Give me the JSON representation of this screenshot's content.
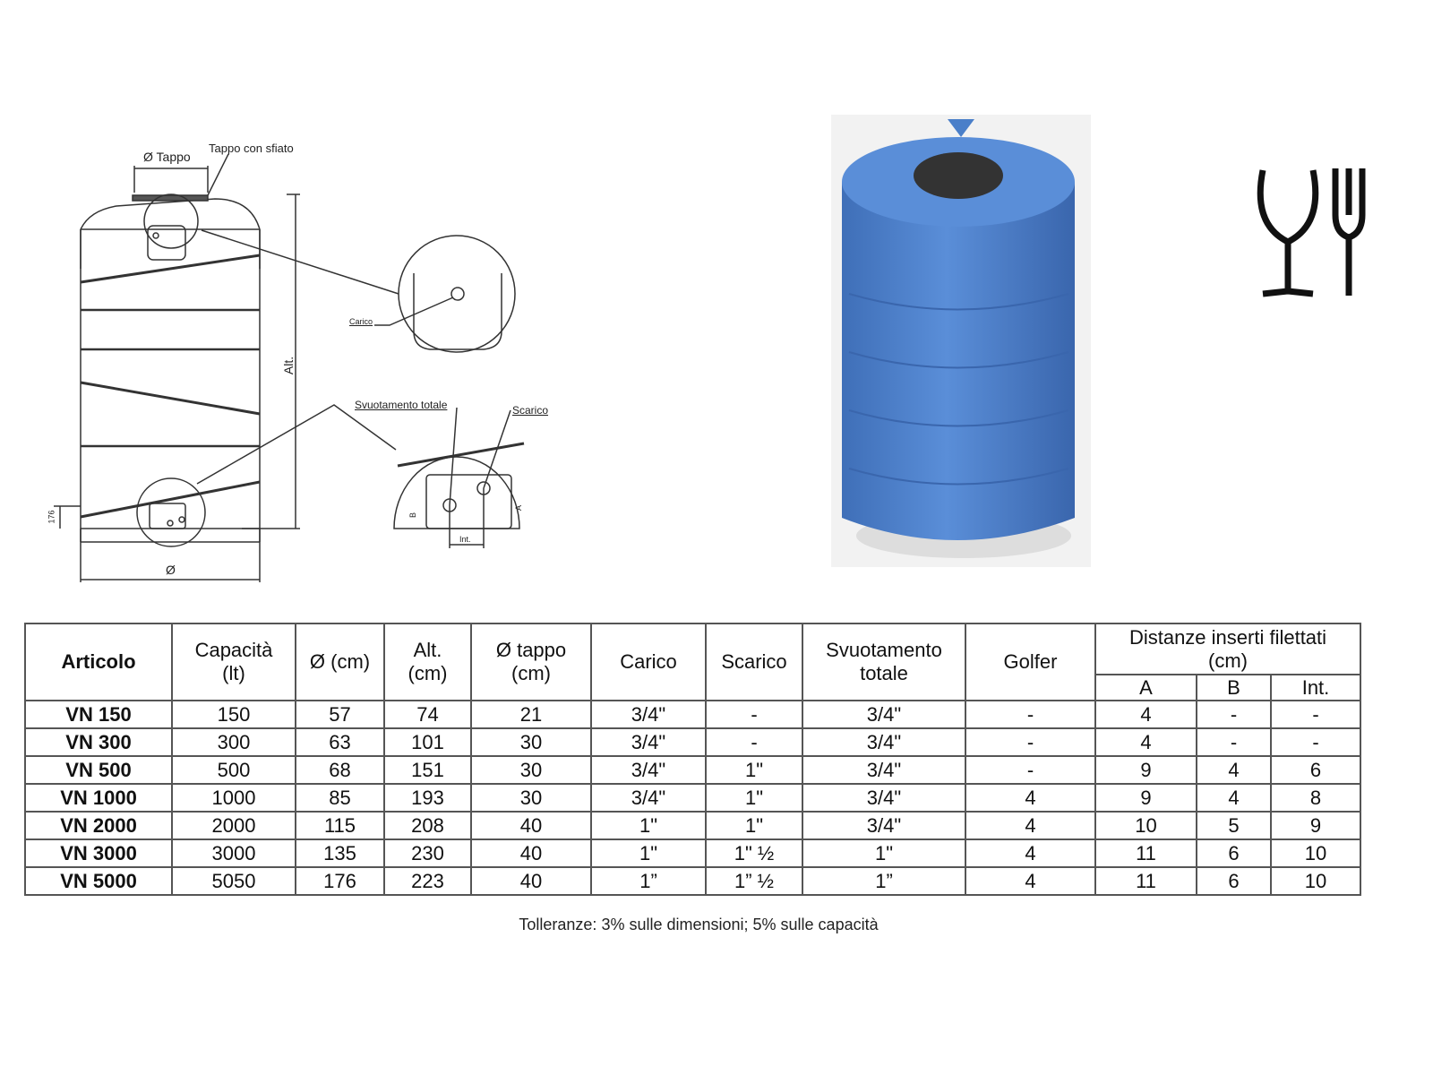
{
  "diagram": {
    "labels": {
      "cap_diameter": "Ø Tappo",
      "vented_cap": "Tappo con sfiato",
      "height": "Alt.",
      "loading": "Carico",
      "total_drain": "Svuotamento totale",
      "drain": "Scarico",
      "base_height": "176",
      "diameter": "Ø",
      "dim_a": "A",
      "dim_b": "B",
      "dim_int": "Int."
    }
  },
  "photo": {
    "tank_color": "#4a7fc9"
  },
  "icons": {
    "food_safe": "glass-fork-icon"
  },
  "table": {
    "headers": {
      "articolo": "Articolo",
      "capacita": [
        "Capacità",
        "(lt)"
      ],
      "diametro": "Ø (cm)",
      "altezza": [
        "Alt.",
        "(cm)"
      ],
      "tappo": [
        "Ø tappo",
        "(cm)"
      ],
      "carico": "Carico",
      "scarico": "Scarico",
      "svuotamento": [
        "Svuotamento",
        "totale"
      ],
      "golfer": "Golfer",
      "distanze": [
        "Distanze inserti filettati",
        "(cm)"
      ],
      "a": "A",
      "b": "B",
      "int": "Int."
    },
    "rows": [
      [
        "VN 150",
        "150",
        "57",
        "74",
        "21",
        "3/4\"",
        "-",
        "3/4\"",
        "-",
        "4",
        "-",
        "-"
      ],
      [
        "VN 300",
        "300",
        "63",
        "101",
        "30",
        "3/4\"",
        "-",
        "3/4\"",
        "-",
        "4",
        "-",
        "-"
      ],
      [
        "VN 500",
        "500",
        "68",
        "151",
        "30",
        "3/4\"",
        "1\"",
        "3/4\"",
        "-",
        "9",
        "4",
        "6"
      ],
      [
        "VN 1000",
        "1000",
        "85",
        "193",
        "30",
        "3/4\"",
        "1\"",
        "3/4\"",
        "4",
        "9",
        "4",
        "8"
      ],
      [
        "VN 2000",
        "2000",
        "115",
        "208",
        "40",
        "1\"",
        "1\"",
        "3/4\"",
        "4",
        "10",
        "5",
        "9"
      ],
      [
        "VN 3000",
        "3000",
        "135",
        "230",
        "40",
        "1\"",
        "1\" ½",
        "1\"",
        "4",
        "11",
        "6",
        "10"
      ],
      [
        "VN 5000",
        "5050",
        "176",
        "223",
        "40",
        "1”",
        "1” ½",
        "1”",
        "4",
        "11",
        "6",
        "10"
      ]
    ]
  },
  "footnote": "Tolleranze: 3% sulle dimensioni; 5% sulle capacità"
}
